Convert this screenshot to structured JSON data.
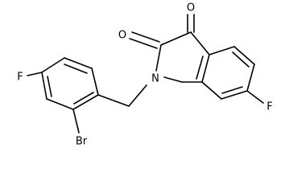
{
  "structure": {
    "atoms": {
      "o_top": "O",
      "o_left": "O",
      "n1": "N",
      "f_right": "F",
      "f_left": "F",
      "br": "Br"
    }
  }
}
